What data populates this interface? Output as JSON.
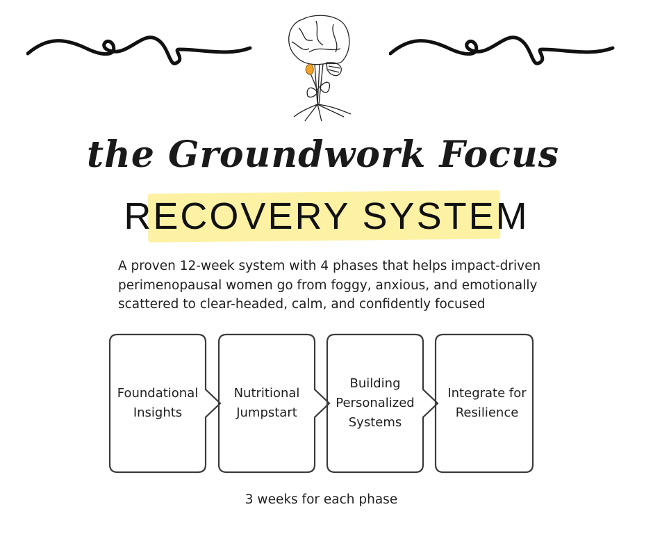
{
  "header": {
    "title": "the Groundwork Focus",
    "subtitle": "RECOVERY SYSTEM",
    "highlight_color": "#fdf09a"
  },
  "description": "A proven 12-week system with 4 phases that helps impact-driven perimenopausal women go from foggy, anxious, and emotionally scattered to clear-headed, calm, and confidently focused",
  "phases": [
    {
      "label": "Foundational Insights"
    },
    {
      "label": "Nutritional Jumpstart"
    },
    {
      "label": "Building Personalized Systems"
    },
    {
      "label": "Integrate for Resilience"
    }
  ],
  "footer": "3 weeks for each phase",
  "icons": {
    "illustration": "brain-plant-icon",
    "decoration": "swirl-divider-icon"
  }
}
